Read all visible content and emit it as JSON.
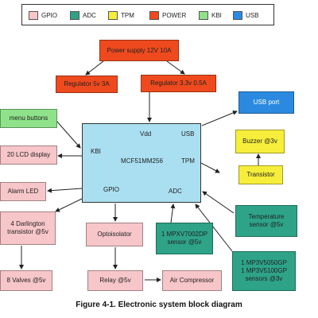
{
  "legend": [
    {
      "label": "GPIO",
      "color": "#f7c6c9"
    },
    {
      "label": "ADC",
      "color": "#2ea388"
    },
    {
      "label": "TPM",
      "color": "#f6ee3a"
    },
    {
      "label": "POWER",
      "color": "#ee4a1e"
    },
    {
      "label": "KBI",
      "color": "#8fe28a"
    },
    {
      "label": "USB",
      "color": "#2b8ae0"
    }
  ],
  "blocks": {
    "power_supply": "Power supply 12V 10A",
    "regulator_5v": "Regulator 5v 3A",
    "regulator_33v": "Regulator 3.3v 0.5A",
    "usb_port": "USB port",
    "menu_buttons": "menu buttons",
    "lcd_display": "20 LCD display",
    "buzzer": "Buzzer @3v",
    "transistor": "Transistor",
    "alarm_led": "Alarm LED",
    "darlington": "4 Darlington\ntransistor @5v",
    "optoisolator": "Optoisolator",
    "mpxv7002dp": "1 MPXV7002DP\nsensor @5v",
    "temperature": "Temperature\nsensor @5v",
    "mp3v5050gp": "1 MP3V5050GP\n1 MP3V5100GP\nsensors @3v",
    "valves": "8 Valves @5v",
    "relay": "Relay @5v",
    "air_compressor": "Air Compressor"
  },
  "mcu": {
    "name": "MCF51MM256",
    "vdd": "Vdd",
    "usb": "USB",
    "kbi": "KBI",
    "tpm": "TPM",
    "gpio": "GPIO",
    "adc": "ADC"
  },
  "caption": "Figure 4-1. Electronic system block diagram"
}
